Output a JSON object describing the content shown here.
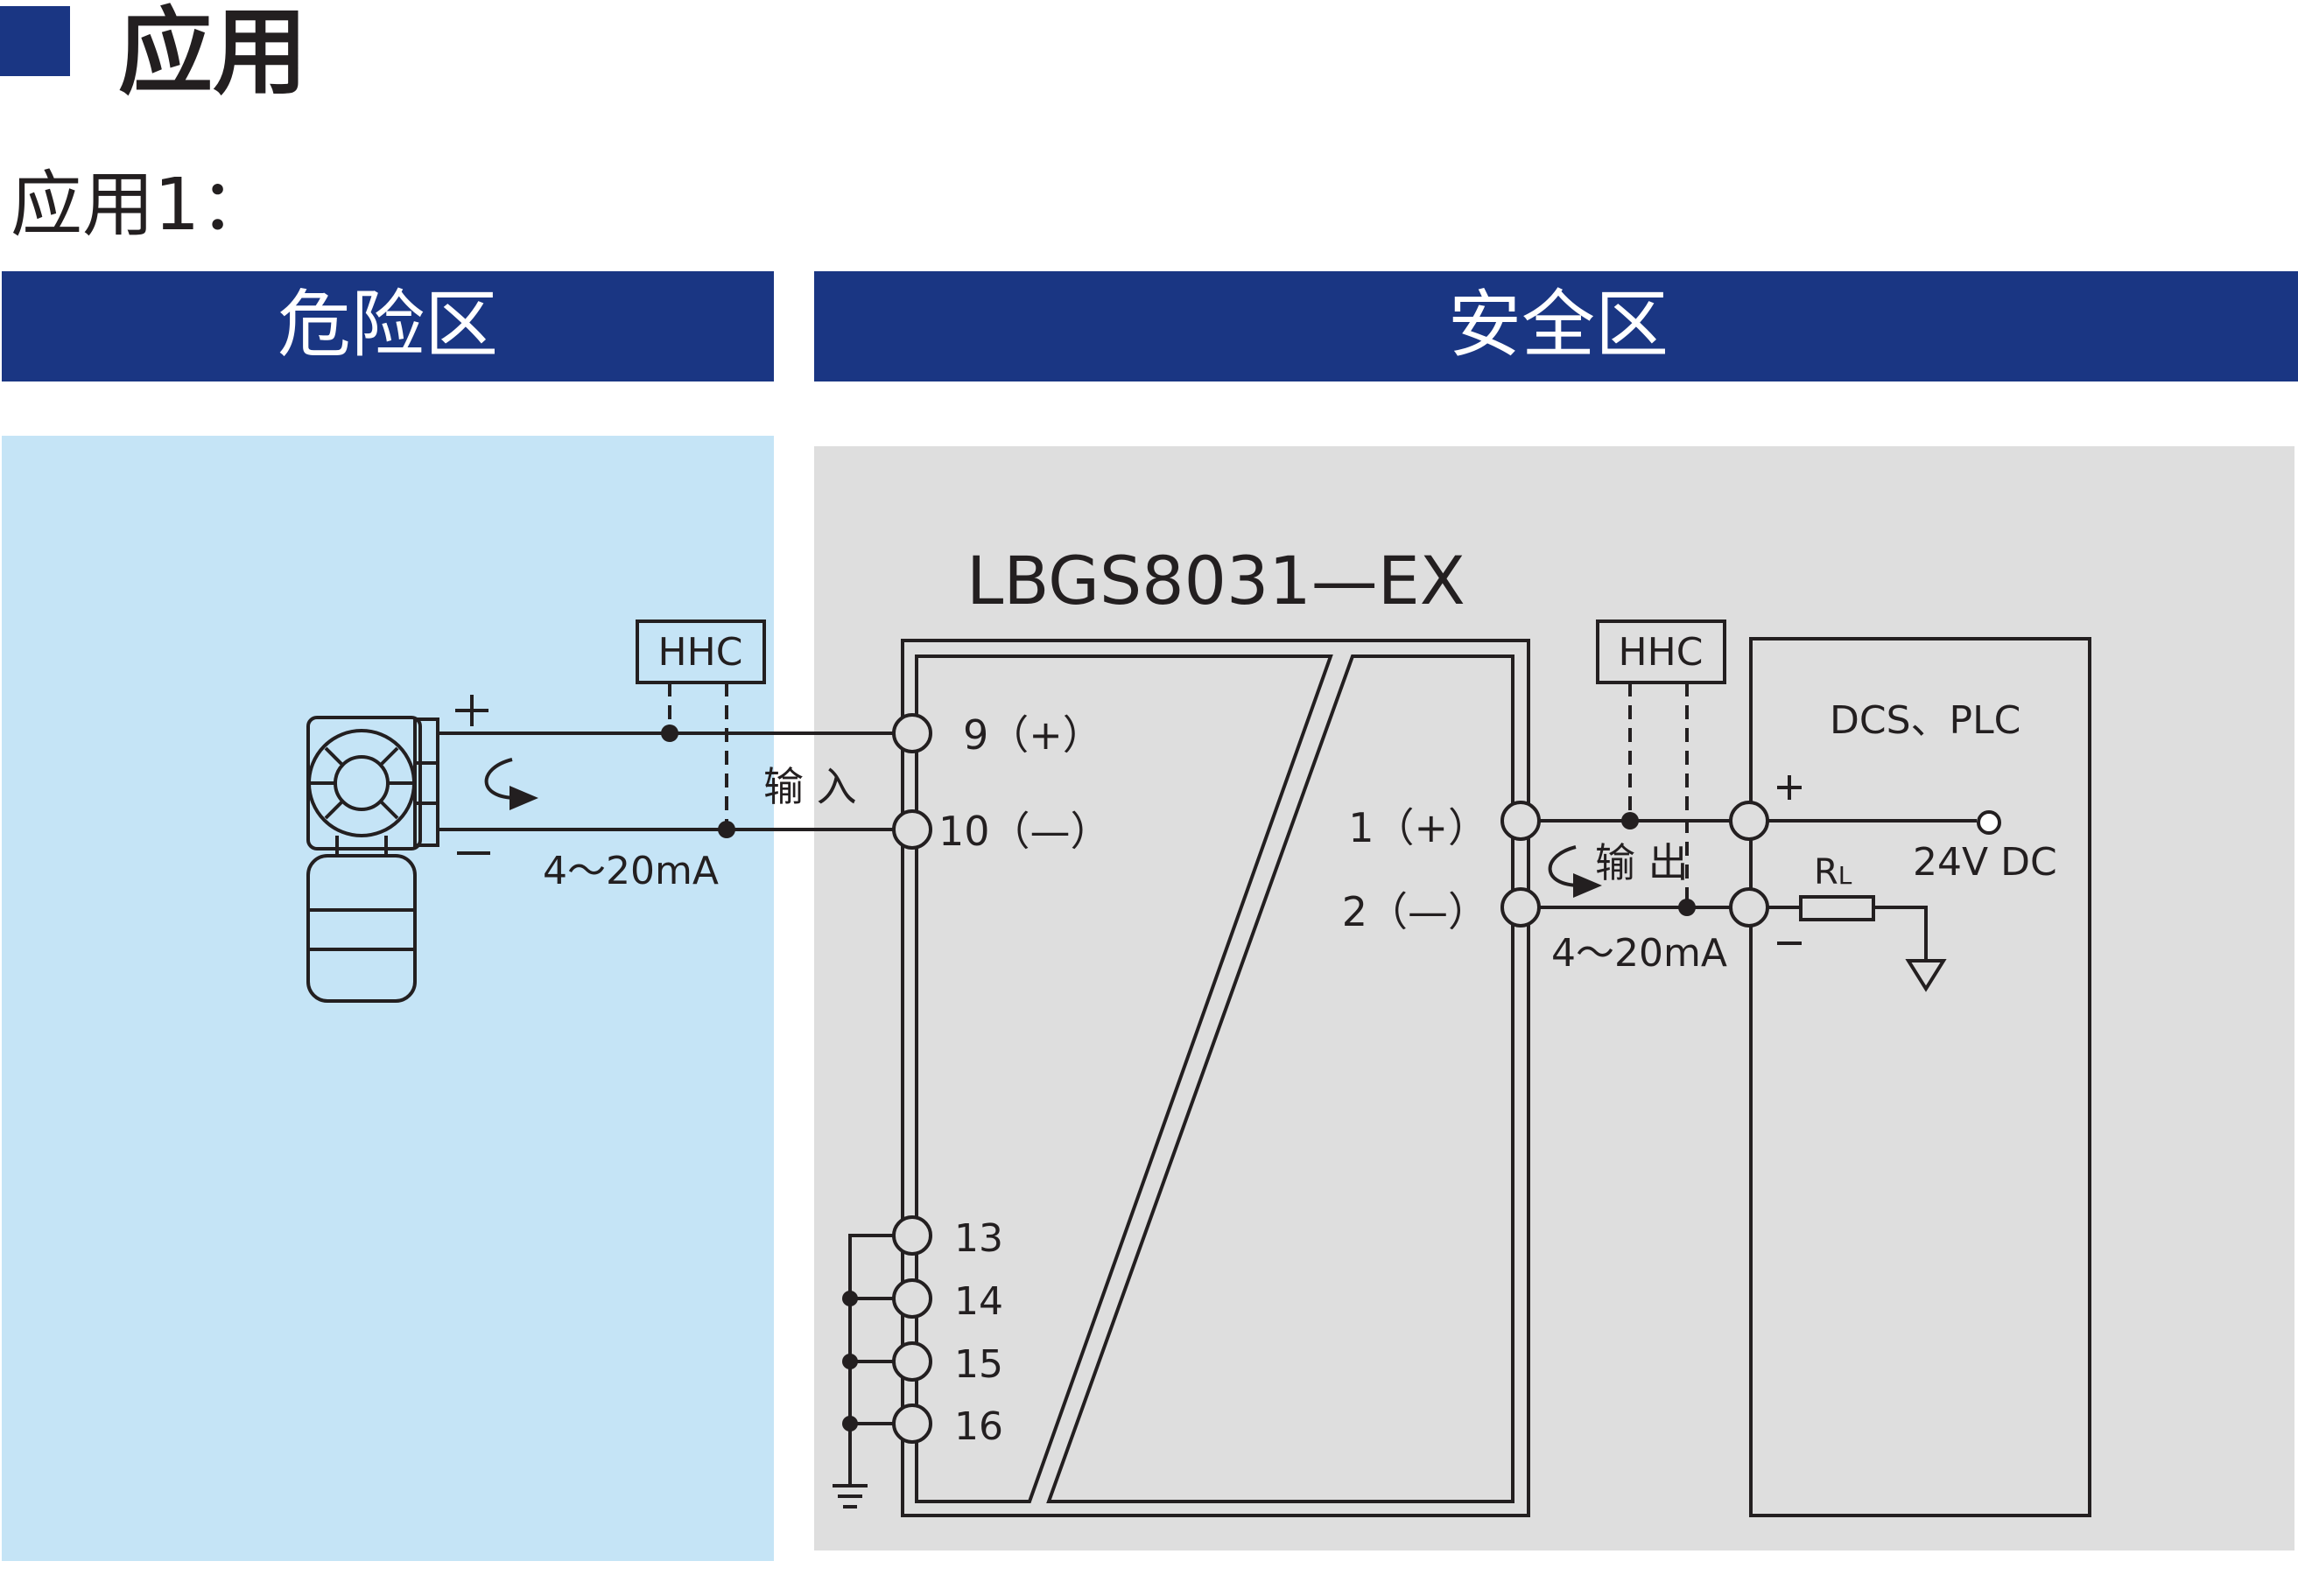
{
  "heading": {
    "title": "应用"
  },
  "subheading": "应用1：",
  "zones": {
    "hazardous": "危险区",
    "safe": "安全区"
  },
  "module": {
    "model": "LBGS8031—EX",
    "terminals": {
      "t9": "9（+）",
      "t10": "10（—）",
      "t1": "1（+）",
      "t2": "2（—）",
      "t13": "13",
      "t14": "14",
      "t15": "15",
      "t16": "16"
    }
  },
  "field": {
    "hhc": "HHC",
    "plus": "+",
    "minus": "—",
    "input_label": "输 入",
    "current": "4～20mA"
  },
  "output": {
    "hhc": "HHC",
    "label": "输 出",
    "current": "4～20mA"
  },
  "controller": {
    "name": "DCS、PLC",
    "plus": "+",
    "minus": "—",
    "resistor": "R",
    "resistor_sub": "L",
    "supply": "24V  DC"
  },
  "colors": {
    "navy": "#1a3683",
    "hazard_bg": "#c5e4f6",
    "safe_bg": "#dedede",
    "line": "#231f20"
  }
}
